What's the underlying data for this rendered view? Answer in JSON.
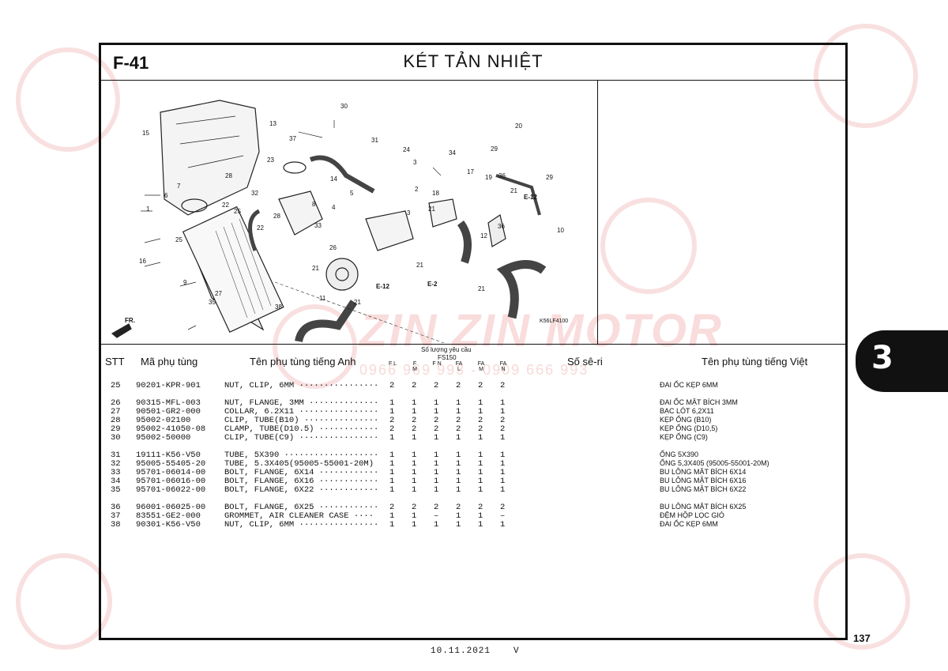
{
  "header": {
    "figure_no": "F-41",
    "title": "KÉT TẢN NHIỆT",
    "diagram_code": "K56LF4100",
    "fr_label": "FR."
  },
  "callouts": [
    "30",
    "13",
    "37",
    "31",
    "15",
    "23",
    "14",
    "24",
    "34",
    "3",
    "20",
    "29",
    "28",
    "32",
    "2",
    "18",
    "17",
    "19",
    "36",
    "29",
    "6",
    "7",
    "1",
    "22",
    "25",
    "5",
    "4",
    "8",
    "28",
    "3",
    "21",
    "E-12",
    "21",
    "10",
    "33",
    "22",
    "26",
    "12",
    "36",
    "25",
    "16",
    "21",
    "E-2",
    "9",
    "27",
    "35",
    "11",
    "21",
    "38",
    "E-12",
    "21"
  ],
  "table": {
    "headers": {
      "stt": "STT",
      "part_no": "Mã phụ tùng",
      "name_en": "Tên phụ tùng tiếng Anh",
      "qty": "Số lượng yêu cầu",
      "model": "FS150",
      "qty_cols": [
        "F L",
        "F M",
        "F N",
        "FA L",
        "FA M",
        "FA N"
      ],
      "serial": "Số sê-ri",
      "name_vn": "Tên phụ tùng tiếng Việt"
    },
    "rows": [
      {
        "stt": "25",
        "part": "90201-KPR-901",
        "en": "NUT, CLIP, 6MM ················",
        "q": [
          "2",
          "2",
          "2",
          "2",
          "2",
          "2"
        ],
        "vn": "ĐAI ỐC KẸP 6MM"
      },
      {
        "stt": "26",
        "part": "90315-MFL-003",
        "en": "NUT, FLANGE, 3MM ··············",
        "q": [
          "1",
          "1",
          "1",
          "1",
          "1",
          "1"
        ],
        "vn": "ĐAI ỐC MẶT BÍCH 3MM"
      },
      {
        "stt": "27",
        "part": "90501-GR2-000",
        "en": "COLLAR, 6.2X11 ················",
        "q": [
          "1",
          "1",
          "1",
          "1",
          "1",
          "1"
        ],
        "vn": "BẠC LÓT 6,2X11"
      },
      {
        "stt": "28",
        "part": "95002-02100",
        "en": "CLIP, TUBE(B10) ···············",
        "q": [
          "2",
          "2",
          "2",
          "2",
          "2",
          "2"
        ],
        "vn": "KẸP ỐNG (B10)"
      },
      {
        "stt": "29",
        "part": "95002-41050-08",
        "en": "CLAMP, TUBE(D10.5) ············",
        "q": [
          "2",
          "2",
          "2",
          "2",
          "2",
          "2"
        ],
        "vn": "KẸP ỐNG (D10,5)"
      },
      {
        "stt": "30",
        "part": "95002-50000",
        "en": "CLIP, TUBE(C9) ················",
        "q": [
          "1",
          "1",
          "1",
          "1",
          "1",
          "1"
        ],
        "vn": "KẸP ỐNG (C9)"
      },
      {
        "stt": "31",
        "part": "19111-K56-V50",
        "en": "TUBE, 5X390 ···················",
        "q": [
          "1",
          "1",
          "1",
          "1",
          "1",
          "1"
        ],
        "vn": "ỐNG 5X390"
      },
      {
        "stt": "32",
        "part": "95005-55405-20",
        "en": "TUBE, 5.3X405(95005-55001-20M)",
        "q": [
          "1",
          "1",
          "1",
          "1",
          "1",
          "1"
        ],
        "vn": "ỐNG 5,3X405 (95005-55001-20M)"
      },
      {
        "stt": "33",
        "part": "95701-06014-00",
        "en": "BOLT, FLANGE, 6X14 ············",
        "q": [
          "1",
          "1",
          "1",
          "1",
          "1",
          "1"
        ],
        "vn": "BU LÔNG MẶT BÍCH 6X14"
      },
      {
        "stt": "34",
        "part": "95701-06016-00",
        "en": "BOLT, FLANGE, 6X16 ············",
        "q": [
          "1",
          "1",
          "1",
          "1",
          "1",
          "1"
        ],
        "vn": "BU LÔNG MẶT BÍCH 6X16"
      },
      {
        "stt": "35",
        "part": "95701-06022-00",
        "en": "BOLT, FLANGE, 6X22 ············",
        "q": [
          "1",
          "1",
          "1",
          "1",
          "1",
          "1"
        ],
        "vn": "BU LÔNG MẶT BÍCH 6X22"
      },
      {
        "stt": "36",
        "part": "96001-06025-00",
        "en": "BOLT, FLANGE, 6X25 ············",
        "q": [
          "2",
          "2",
          "2",
          "2",
          "2",
          "2"
        ],
        "vn": "BU LÔNG MẶT BÍCH 6X25"
      },
      {
        "stt": "37",
        "part": "83551-GE2-000",
        "en": "GROMMET, AIR CLEANER CASE ····",
        "q": [
          "1",
          "1",
          "–",
          "1",
          "1",
          "–"
        ],
        "vn": "ĐỆM HỘP LỌC GIÓ"
      },
      {
        "stt": "38",
        "part": "90301-K56-V50",
        "en": "NUT, CLIP, 6MM ················",
        "q": [
          "1",
          "1",
          "1",
          "1",
          "1",
          "1"
        ],
        "vn": "ĐAI ỐC KẸP 6MM"
      }
    ]
  },
  "section_tab": "3",
  "page_number": "137",
  "footer": {
    "date": "10.11.2021",
    "version": "V"
  },
  "watermark": {
    "brand": "ZIN ZIN MOTOR",
    "phone": "0966 969 993 - 0909 666 993"
  }
}
